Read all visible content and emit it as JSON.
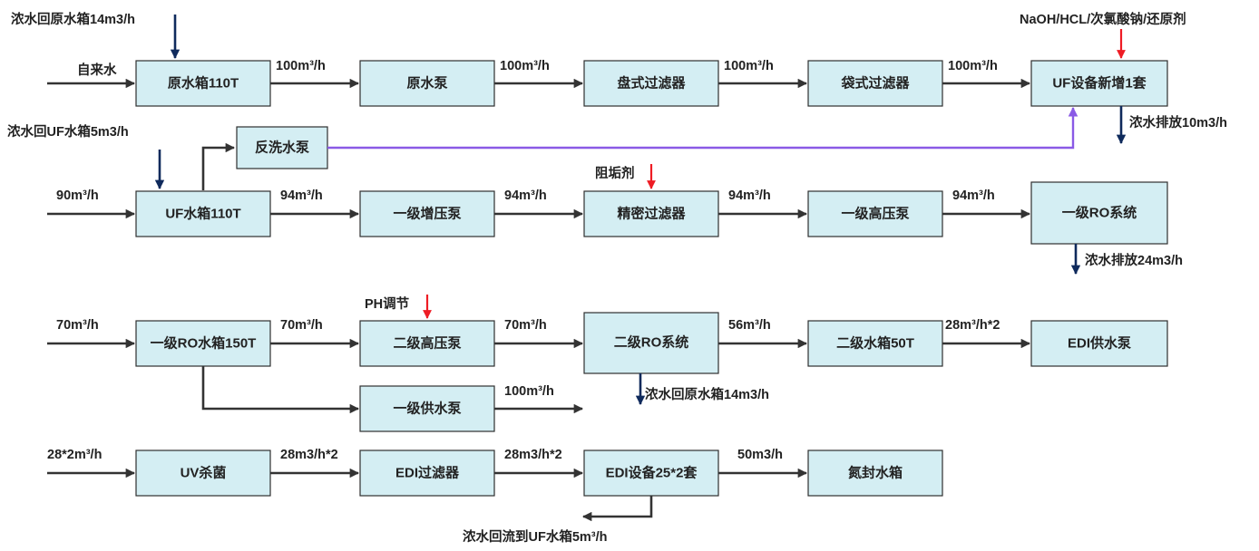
{
  "boxes": {
    "raw_tank": "原水箱110T",
    "raw_pump": "原水泵",
    "disc_filter": "盘式过滤器",
    "bag_filter": "袋式过滤器",
    "uf_unit": "UF设备新增1套",
    "backwash_pump": "反洗水泵",
    "uf_tank": "UF水箱110T",
    "stage1_booster": "一级增压泵",
    "precision_filter": "精密过滤器",
    "stage1_hp_pump": "一级高压泵",
    "ro1_system": "一级RO系统",
    "ro1_tank": "一级RO水箱150T",
    "stage2_hp_pump": "二级高压泵",
    "ro2_system": "二级RO系统",
    "stage2_tank": "二级水箱50T",
    "edi_feed_pump": "EDI供水泵",
    "stage1_supply_pump": "一级供水泵",
    "uv": "UV杀菌",
    "edi_filter": "EDI过滤器",
    "edi_unit": "EDI设备25*2套",
    "n2_tank": "氮封水箱"
  },
  "flows": {
    "tap_water": "自来水",
    "r1_f1": "100m³/h",
    "r1_f2": "100m³/h",
    "r1_f3": "100m³/h",
    "r1_f4": "100m³/h",
    "r2_in": "90m³/h",
    "r2_f1": "94m³/h",
    "r2_f2": "94m³/h",
    "r2_f3": "94m³/h",
    "r2_f4": "94m³/h",
    "r3_in": "70m³/h",
    "r3_f1": "70m³/h",
    "r3_f2": "70m³/h",
    "r3_f3": "56m³/h",
    "r3_f4": "28m³/h*2",
    "r3_supply": "100m³/h",
    "r4_in": "28*2m³/h",
    "r4_f1": "28m3/h*2",
    "r4_f2": "28m3/h*2",
    "r4_f3": "50m3/h"
  },
  "notes": {
    "return_raw_top": "浓水回原水箱14m3/h",
    "chemicals": "NaOH/HCL/次氯酸钠/还原剂",
    "uf_discharge": "浓水排放10m3/h",
    "return_uf_left": "浓水回UF水箱5m3/h",
    "antiscalant": "阻垢剂",
    "ro1_discharge": "浓水排放24m3/h",
    "ph_adjust": "PH调节",
    "ro2_return": "浓水回原水箱14m3/h",
    "edi_return": "浓水回流到UF水箱5m³/h"
  },
  "colors": {
    "box_fill": "#d4eef3",
    "main_arrow": "#333333",
    "concentrate_arrow": "#0f2a5c",
    "dosing_arrow": "#ee1c24",
    "backwash_line": "#8a5ae6"
  }
}
